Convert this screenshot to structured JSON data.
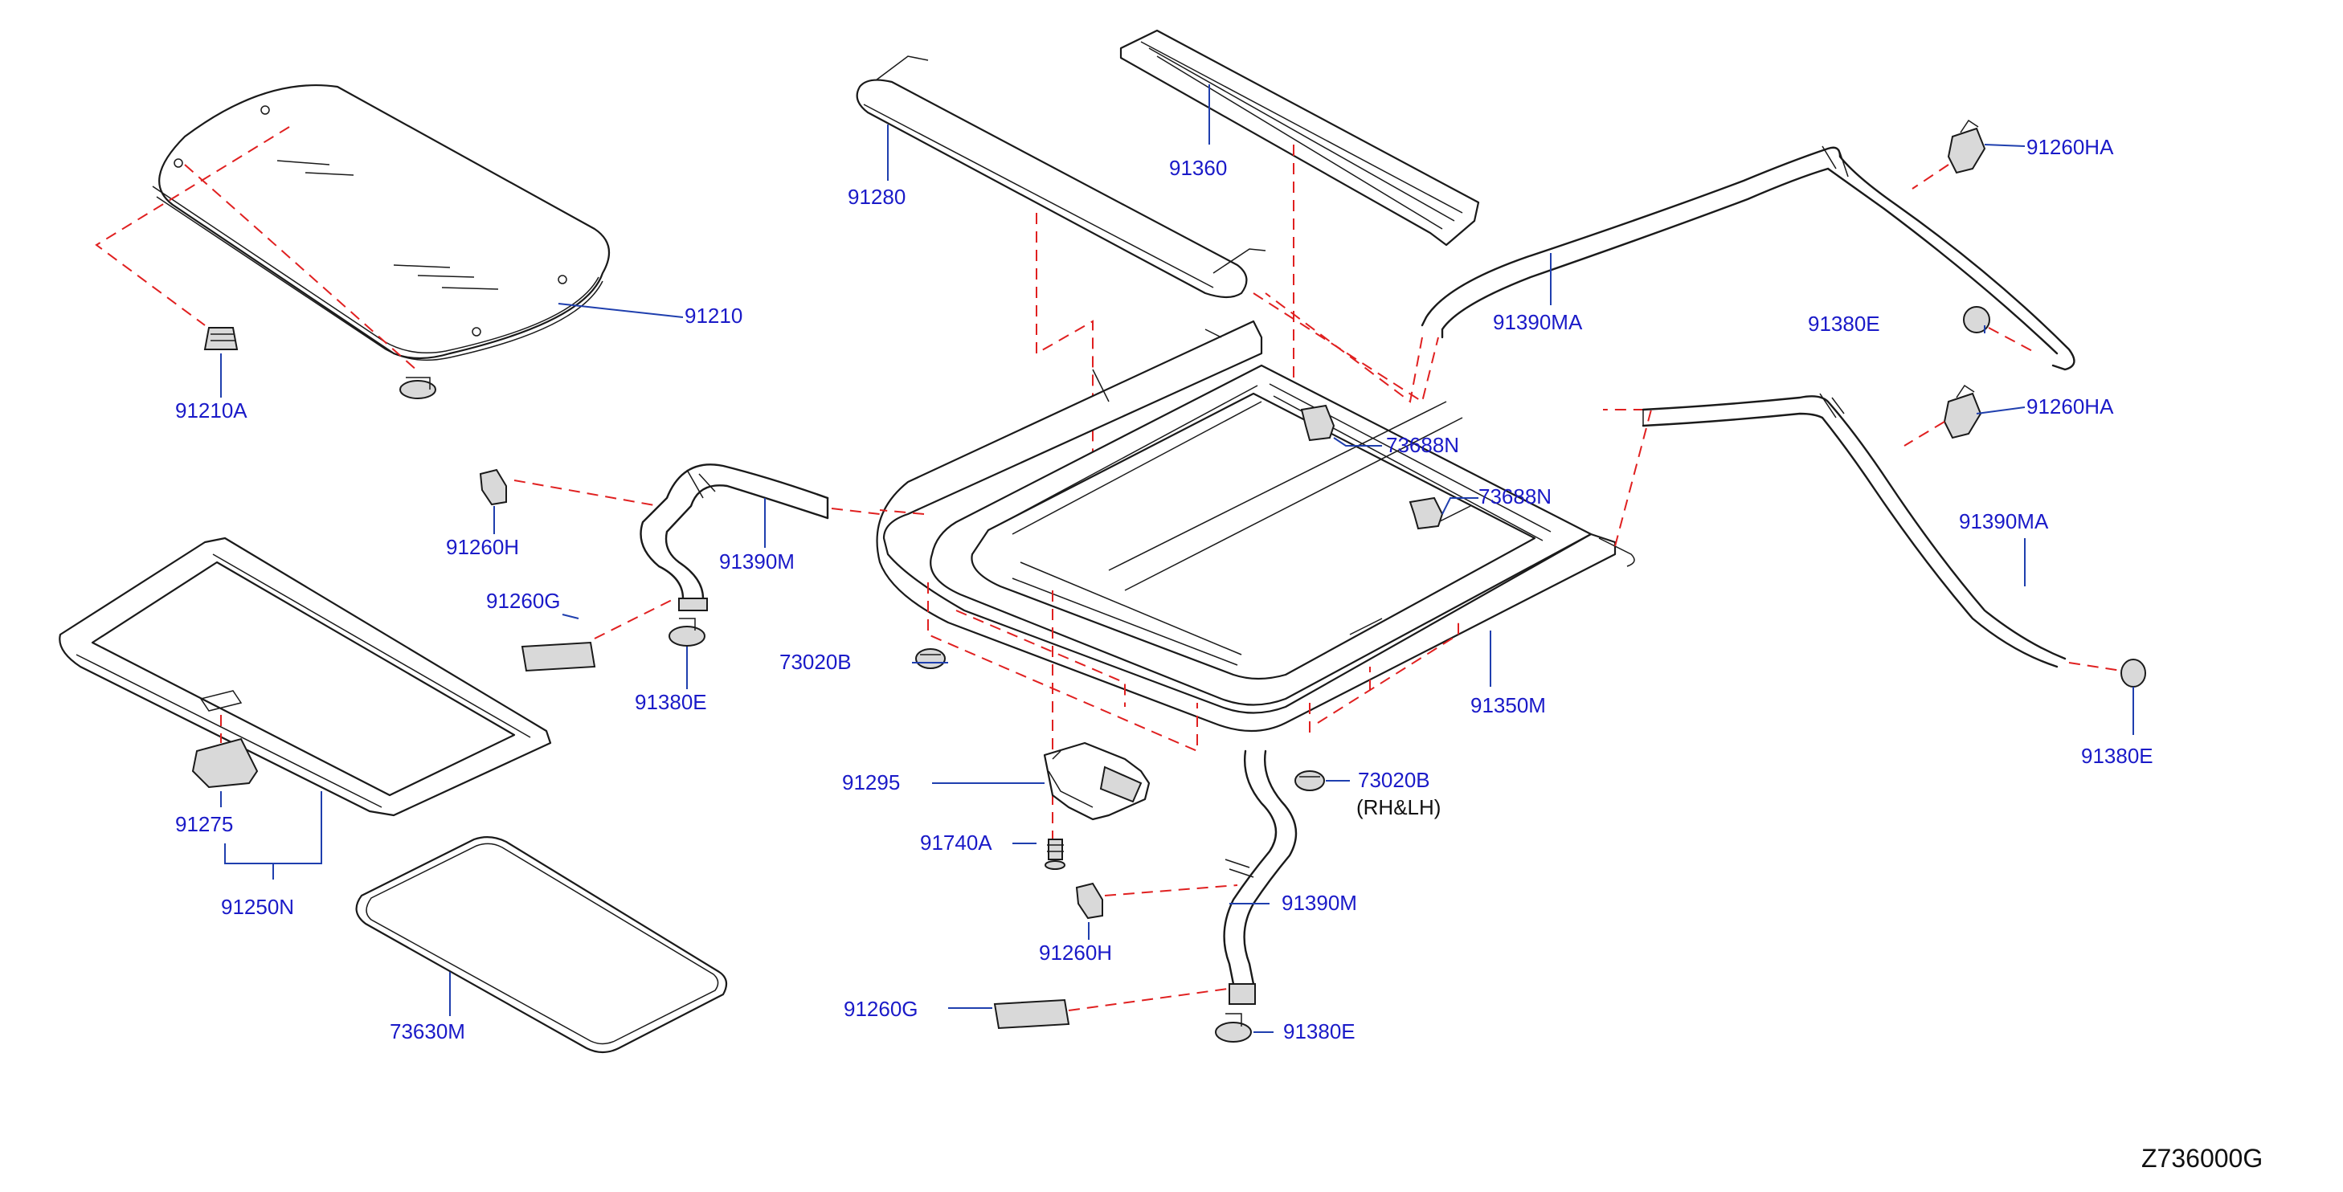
{
  "diagram": {
    "code": "Z736000G",
    "note": "(RH&LH)",
    "labels": {
      "glass": "91210",
      "glass_clip": "91210A",
      "wind_deflector": "91280",
      "front_rail": "91360",
      "drain_hose_front_right": "91390MA",
      "drain_hose_rear_right": "91390MA",
      "clip_ha_top": "91260HA",
      "clip_ha_mid": "91260HA",
      "grommet_e_right_top": "91380E",
      "grommet_e_right_bottom": "91380E",
      "bracket_n_1": "73688N",
      "bracket_n_2": "73688N",
      "clip_h_left": "91260H",
      "drain_hose_left": "91390M",
      "pad_g_left": "91260G",
      "grommet_e_left": "91380E",
      "nut_b_left": "73020B",
      "frame": "91350M",
      "motor": "91295",
      "nut_b_right": "73020B",
      "screw": "91740A",
      "drain_hose_rear_left": "91390M",
      "clip_h_bottom": "91260H",
      "pad_g_bottom": "91260G",
      "grommet_e_bottom": "91380E",
      "switch": "91275",
      "sunshade": "91250N",
      "weatherstrip": "73630M"
    }
  }
}
